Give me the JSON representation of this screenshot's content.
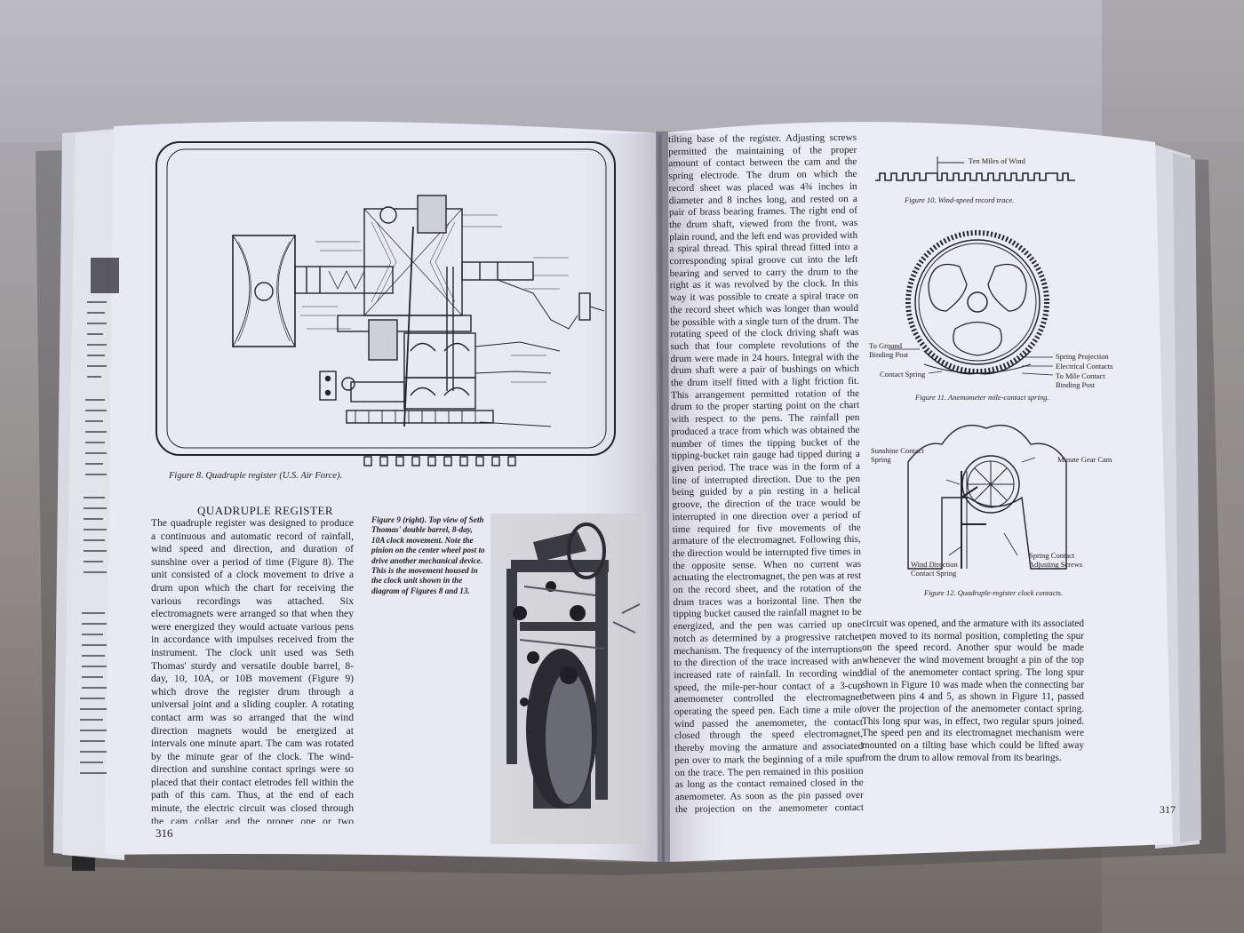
{
  "left_page": {
    "figure8_caption": "Figure 8. Quadruple register (U.S. Air Force).",
    "heading": "QUADRUPLE REGISTER",
    "body": "The quadruple register was designed to produce a continuous and automatic record of rainfall, wind speed and direction, and duration of sunshine over a period of time (Figure 8). The unit consisted of a clock movement to drive a drum upon which the chart for receiving the various recordings was attached. Six electromagnets were arranged so that when they were energized they would actuate various pens in accordance with impulses received from the instrument. The clock unit used was Seth Thomas' sturdy and versatile double barrel, 8-day, 10, 10A, or 10B movement (Figure 9) which drove the register drum through a universal joint and a sliding coupler. A rotating contact arm was so arranged that the wind direction magnets would be energized at intervals one minute apart. The cam was rotated by the minute gear of the clock. The wind-direction and sunshine contact springs were so placed that their contact eletrodes fell within the path of this cam. Thus, at the end of each minute, the electric circuit was closed through the cam collar and the proper one or two direction electromagnets mounted on the",
    "figure9_caption": "Figure 9 (right). Top view of Seth Thomas' double barrel, 8-day, 10A clock movement. Note the pinion on the center wheel post to drive another mechanical device. This is the movement housed in the clock unit shown in the diagram of Figures 8 and 13.",
    "page_number": "316"
  },
  "right_page": {
    "col1": "tilting base of the register. Adjusting screws permitted the maintaining of the proper amount of contact between the cam and the spring electrode. The drum on which the record sheet was placed was 4¾ inches in diameter and 8 inches long, and rested on a pair of brass bearing frames. The right end of the drum shaft, viewed from the front, was plain round, and the left end was provided with a spiral thread. This spiral thread fitted into a corresponding spiral groove cut into the left bearing and served to carry the drum to the right as it was revolved by the clock. In this way it was possible to create a spiral trace on the record sheet which was longer than would be possible with a single turn of the drum. The rotating speed of the clock driving shaft was such that four complete revolutions of the drum were made in 24 hours. Integral with the drum shaft were a pair of bushings on which the drum itself fitted with a light friction fit. This arrangement permitted rotation of the drum to the proper starting point on the chart with respect to the pens. The rainfall pen produced a trace from which was obtained the number of times the tipping bucket of the tipping-bucket rain gauge had tipped during a given period. The trace was in the form of a line of interrupted direction. Due to the pen being guided by a pin resting in a helical groove, the direction of the trace would be interrupted in one direction over a period of time required for five movements of the armature of the electromagnet. Following this, the direction would be interrupted five times in the opposite sense. When no current was actuating the electromagnet, the pen was at rest on the record sheet, and the rotation of the drum traces was a horizontal line. Then the tipping bucket caused the rainfall magnet to be energized, and the pen was carried up one notch as determined by a progressive ratchet mechanism. The frequency of the interruptions to the direction of the trace increased with an increased rate of rainfall. In recording wind speed, the mile-per-hour contact of a 3-cup anemometer controlled the electromagnet operating the speed pen. Each time a mile of wind passed the anemometer, the contact closed through the speed electromagnet, thereby moving the armature and associated pen over to mark the beginning of a mile spur on the trace. The pen remained in this position as long as the contact remained closed in the anemometer. As soon as the pin passed over the projection on the anemometer contact spring, the circuit was released, the contact was broken, the",
    "col2": "circuit was opened, and the armature with its associated pen moved to its normal position, completing the spur on the speed record. Another spur would be made whenever the wind movement brought a pin of the top dial of the anemometer contact spring. The long spur shown in Figure 10 was made when the connecting bar between pins 4 and 5, as shown in Figure 11, passed over the projection of the anemometer contact spring. This long spur was, in effect, two regular spurs joined. The speed pen and its electromagnet mechanism were mounted on a tilting base which could be lifted away from the drum to allow removal from its bearings.",
    "fig10_label": "Ten Miles of Wind",
    "fig10_caption": "Figure 10. Wind-speed record trace.",
    "fig11_labels": {
      "ground": "To Ground Binding Post",
      "spring_projection": "Spring Projection",
      "electrical_contacts": "Electrical Contacts",
      "mile_contact": "To Mile Contact Binding Post",
      "contact_spring": "Contact Spring"
    },
    "fig11_caption": "Figure 11. Anemometer mile-contact spring.",
    "fig12_labels": {
      "sunshine": "Sunshine Contact Spring",
      "minute_gear": "Minute Gear Cam",
      "wind_direction": "Wind Direction Contact Spring",
      "adjusting": "Spring Contact Adjusting Screws"
    },
    "fig12_caption": "Figure 12. Quadruple-register clock contacts.",
    "page_number": "317"
  },
  "colors": {
    "paper_left": "#e9e9f3",
    "paper_right": "#ececf5",
    "ink": "#1d1d22",
    "table_bg": "#a3a1a6"
  }
}
